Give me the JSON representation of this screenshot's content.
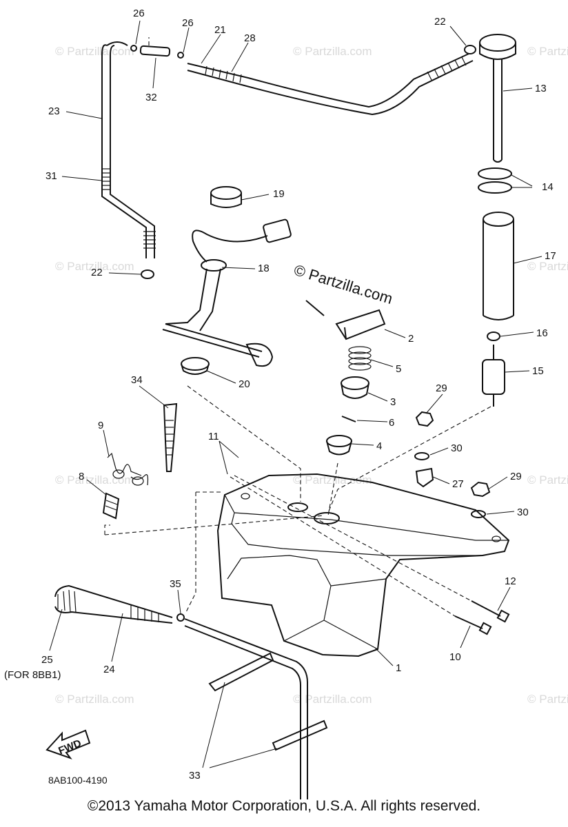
{
  "watermark": {
    "text": "© Partzilla.com",
    "center_text": "© Partzilla.com"
  },
  "callouts": [
    {
      "id": "c26a",
      "label": "26"
    },
    {
      "id": "c26b",
      "label": "26"
    },
    {
      "id": "c21",
      "label": "21"
    },
    {
      "id": "c28",
      "label": "28"
    },
    {
      "id": "c22a",
      "label": "22"
    },
    {
      "id": "c13",
      "label": "13"
    },
    {
      "id": "c32",
      "label": "32"
    },
    {
      "id": "c23",
      "label": "23"
    },
    {
      "id": "c31",
      "label": "31"
    },
    {
      "id": "c14",
      "label": "14"
    },
    {
      "id": "c19",
      "label": "19"
    },
    {
      "id": "c17",
      "label": "17"
    },
    {
      "id": "c22b",
      "label": "22"
    },
    {
      "id": "c18",
      "label": "18"
    },
    {
      "id": "c16",
      "label": "16"
    },
    {
      "id": "c2",
      "label": "2"
    },
    {
      "id": "c15",
      "label": "15"
    },
    {
      "id": "c5",
      "label": "5"
    },
    {
      "id": "c20",
      "label": "20"
    },
    {
      "id": "c34",
      "label": "34"
    },
    {
      "id": "c29a",
      "label": "29"
    },
    {
      "id": "c3",
      "label": "3"
    },
    {
      "id": "c6",
      "label": "6"
    },
    {
      "id": "c9",
      "label": "9"
    },
    {
      "id": "c11",
      "label": "11"
    },
    {
      "id": "c4",
      "label": "4"
    },
    {
      "id": "c30a",
      "label": "30"
    },
    {
      "id": "c8",
      "label": "8"
    },
    {
      "id": "c27",
      "label": "27"
    },
    {
      "id": "c29b",
      "label": "29"
    },
    {
      "id": "c30b",
      "label": "30"
    },
    {
      "id": "c12",
      "label": "12"
    },
    {
      "id": "c35",
      "label": "35"
    },
    {
      "id": "c10",
      "label": "10"
    },
    {
      "id": "c25",
      "label": "25"
    },
    {
      "id": "c25note",
      "label": "(FOR 8BB1)"
    },
    {
      "id": "c24",
      "label": "24"
    },
    {
      "id": "c1",
      "label": "1"
    },
    {
      "id": "c33",
      "label": "33"
    }
  ],
  "fwd_arrow_label": "FWD",
  "diagram_code": "8AB100-4190",
  "copyright": "©2013  Yamaha Motor Corporation, U.S.A. All rights reserved."
}
